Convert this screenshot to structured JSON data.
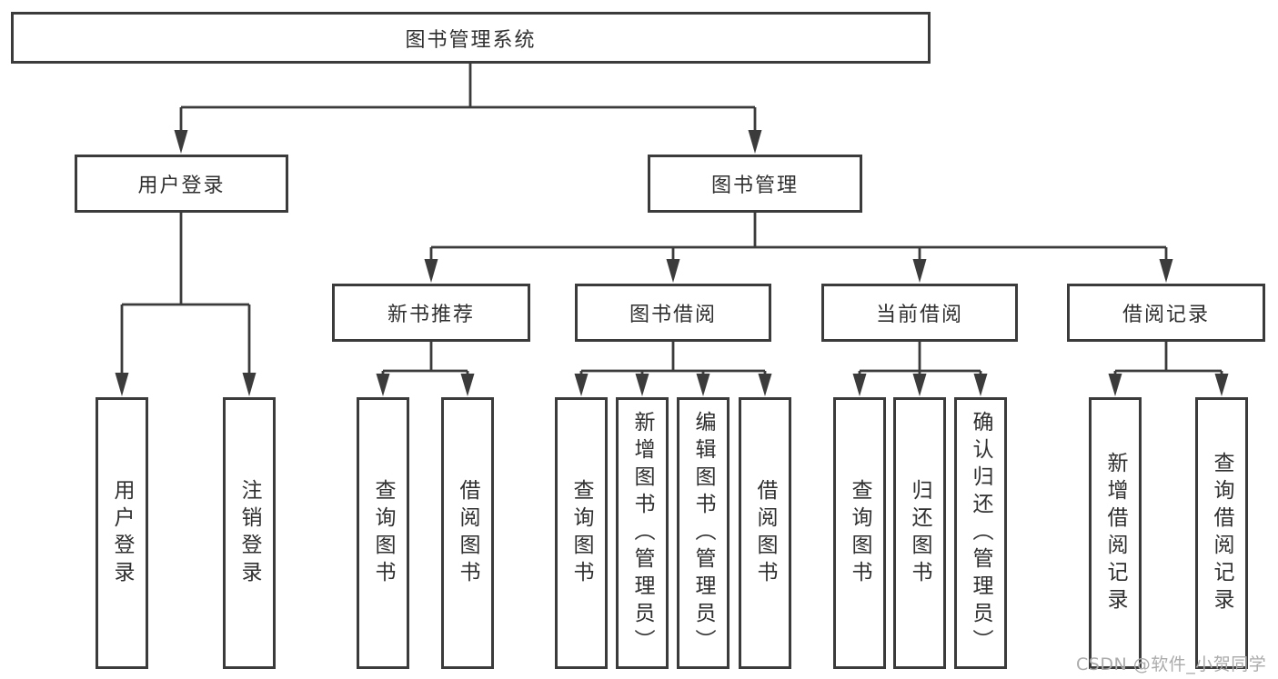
{
  "diagram": {
    "type": "hierarchy",
    "title": "图书管理系统",
    "colors": {
      "line": "#3b3b3b",
      "box_border": "#3b3b3b",
      "box_fill": "#ffffff",
      "text": "#2f2f2f",
      "background": "#ffffff",
      "watermark_text": "#ababab"
    },
    "nodes": {
      "root": {
        "label": "图书管理系统"
      },
      "user_login": {
        "label": "用户登录"
      },
      "book_mgmt": {
        "label": "图书管理"
      },
      "new_book": {
        "label": "新书推荐"
      },
      "book_borrow": {
        "label": "图书借阅"
      },
      "current_borrow": {
        "label": "当前借阅"
      },
      "borrow_record": {
        "label": "借阅记录"
      },
      "leaf_user_login": {
        "label": "用户登录"
      },
      "leaf_logout": {
        "label": "注销登录"
      },
      "leaf_query_book_a": {
        "label": "查询图书"
      },
      "leaf_borrow_book_a": {
        "label": "借阅图书"
      },
      "leaf_query_book_b": {
        "label": "查询图书"
      },
      "leaf_add_book": {
        "label": "新增图书（管理员）"
      },
      "leaf_edit_book": {
        "label": "编辑图书（管理员）"
      },
      "leaf_borrow_book_b": {
        "label": "借阅图书"
      },
      "leaf_query_book_c": {
        "label": "查询图书"
      },
      "leaf_return_book": {
        "label": "归还图书"
      },
      "leaf_confirm_return": {
        "label": "确认归还（管理员）"
      },
      "leaf_add_record": {
        "label": "新增借阅记录"
      },
      "leaf_query_record": {
        "label": "查询借阅记录"
      }
    },
    "structure": [
      {
        "parent": "图书管理系统",
        "children": [
          "用户登录",
          "图书管理"
        ]
      },
      {
        "parent": "用户登录",
        "children": [
          "用户登录",
          "注销登录"
        ]
      },
      {
        "parent": "图书管理",
        "children": [
          "新书推荐",
          "图书借阅",
          "当前借阅",
          "借阅记录"
        ]
      },
      {
        "parent": "新书推荐",
        "children": [
          "查询图书",
          "借阅图书"
        ]
      },
      {
        "parent": "图书借阅",
        "children": [
          "查询图书",
          "新增图书（管理员）",
          "编辑图书（管理员）",
          "借阅图书"
        ]
      },
      {
        "parent": "当前借阅",
        "children": [
          "查询图书",
          "归还图书",
          "确认归还（管理员）"
        ]
      },
      {
        "parent": "借阅记录",
        "children": [
          "新增借阅记录",
          "查询借阅记录"
        ]
      }
    ],
    "watermark": {
      "text": "CSDN @软件_小贺同学"
    }
  }
}
